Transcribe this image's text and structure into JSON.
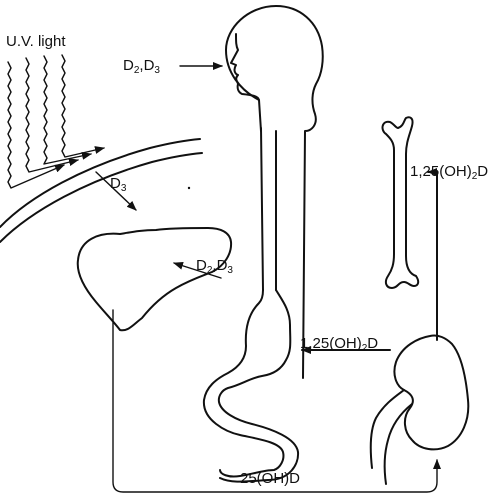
{
  "labels": {
    "uv_light": "U.V. light",
    "dietary_vitamin_d": {
      "d": "D",
      "sub2": "2",
      "sep": ",",
      "d3": "D",
      "sub3": "3"
    },
    "skin_vitamin_d3": {
      "d": "D",
      "sub": "3"
    },
    "gut_to_liver": {
      "d": "D",
      "sub2": "2",
      "sep": ",",
      "d3": "D",
      "sub3": "3"
    },
    "kidney_to_bone": {
      "pre": "1,25(OH)",
      "sub": "2",
      "post": "D"
    },
    "kidney_to_gut": {
      "pre": "1,25(OH)",
      "sub": "2",
      "post": "D"
    },
    "liver_to_kidney": "25(OH)D"
  }
}
